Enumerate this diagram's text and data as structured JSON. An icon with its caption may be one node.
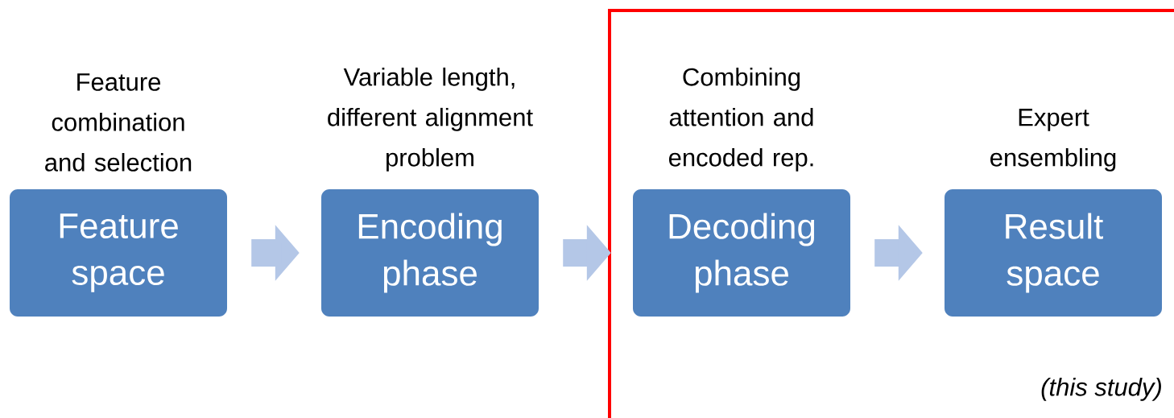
{
  "diagram": {
    "nodes": [
      {
        "text": [
          "Feature space"
        ],
        "beside": [
          "Feature combination and selection"
        ]
      },
      {
        "text": [
          "Encoding phase"
        ],
        "beside": [
          "Variable length, different alignment problem"
        ]
      },
      {
        "text": [
          "(this study)"
        ]
      },
      {
        "text": [
          "Decoding phase"
        ],
        "beside": [
          "Combining attention and encoded rep."
        ],
        "in": 2
      },
      {
        "text": [
          "Result space"
        ],
        "beside": [
          "Expert ensembling"
        ],
        "in": 2
      }
    ],
    "edges": [
      {
        "from": 0,
        "to": 1,
        "arrow": "to"
      },
      {
        "from": 1,
        "to": 3,
        "arrow": "to"
      },
      {
        "from": 3,
        "to": 4,
        "arrow": "to"
      }
    ]
  }
}
